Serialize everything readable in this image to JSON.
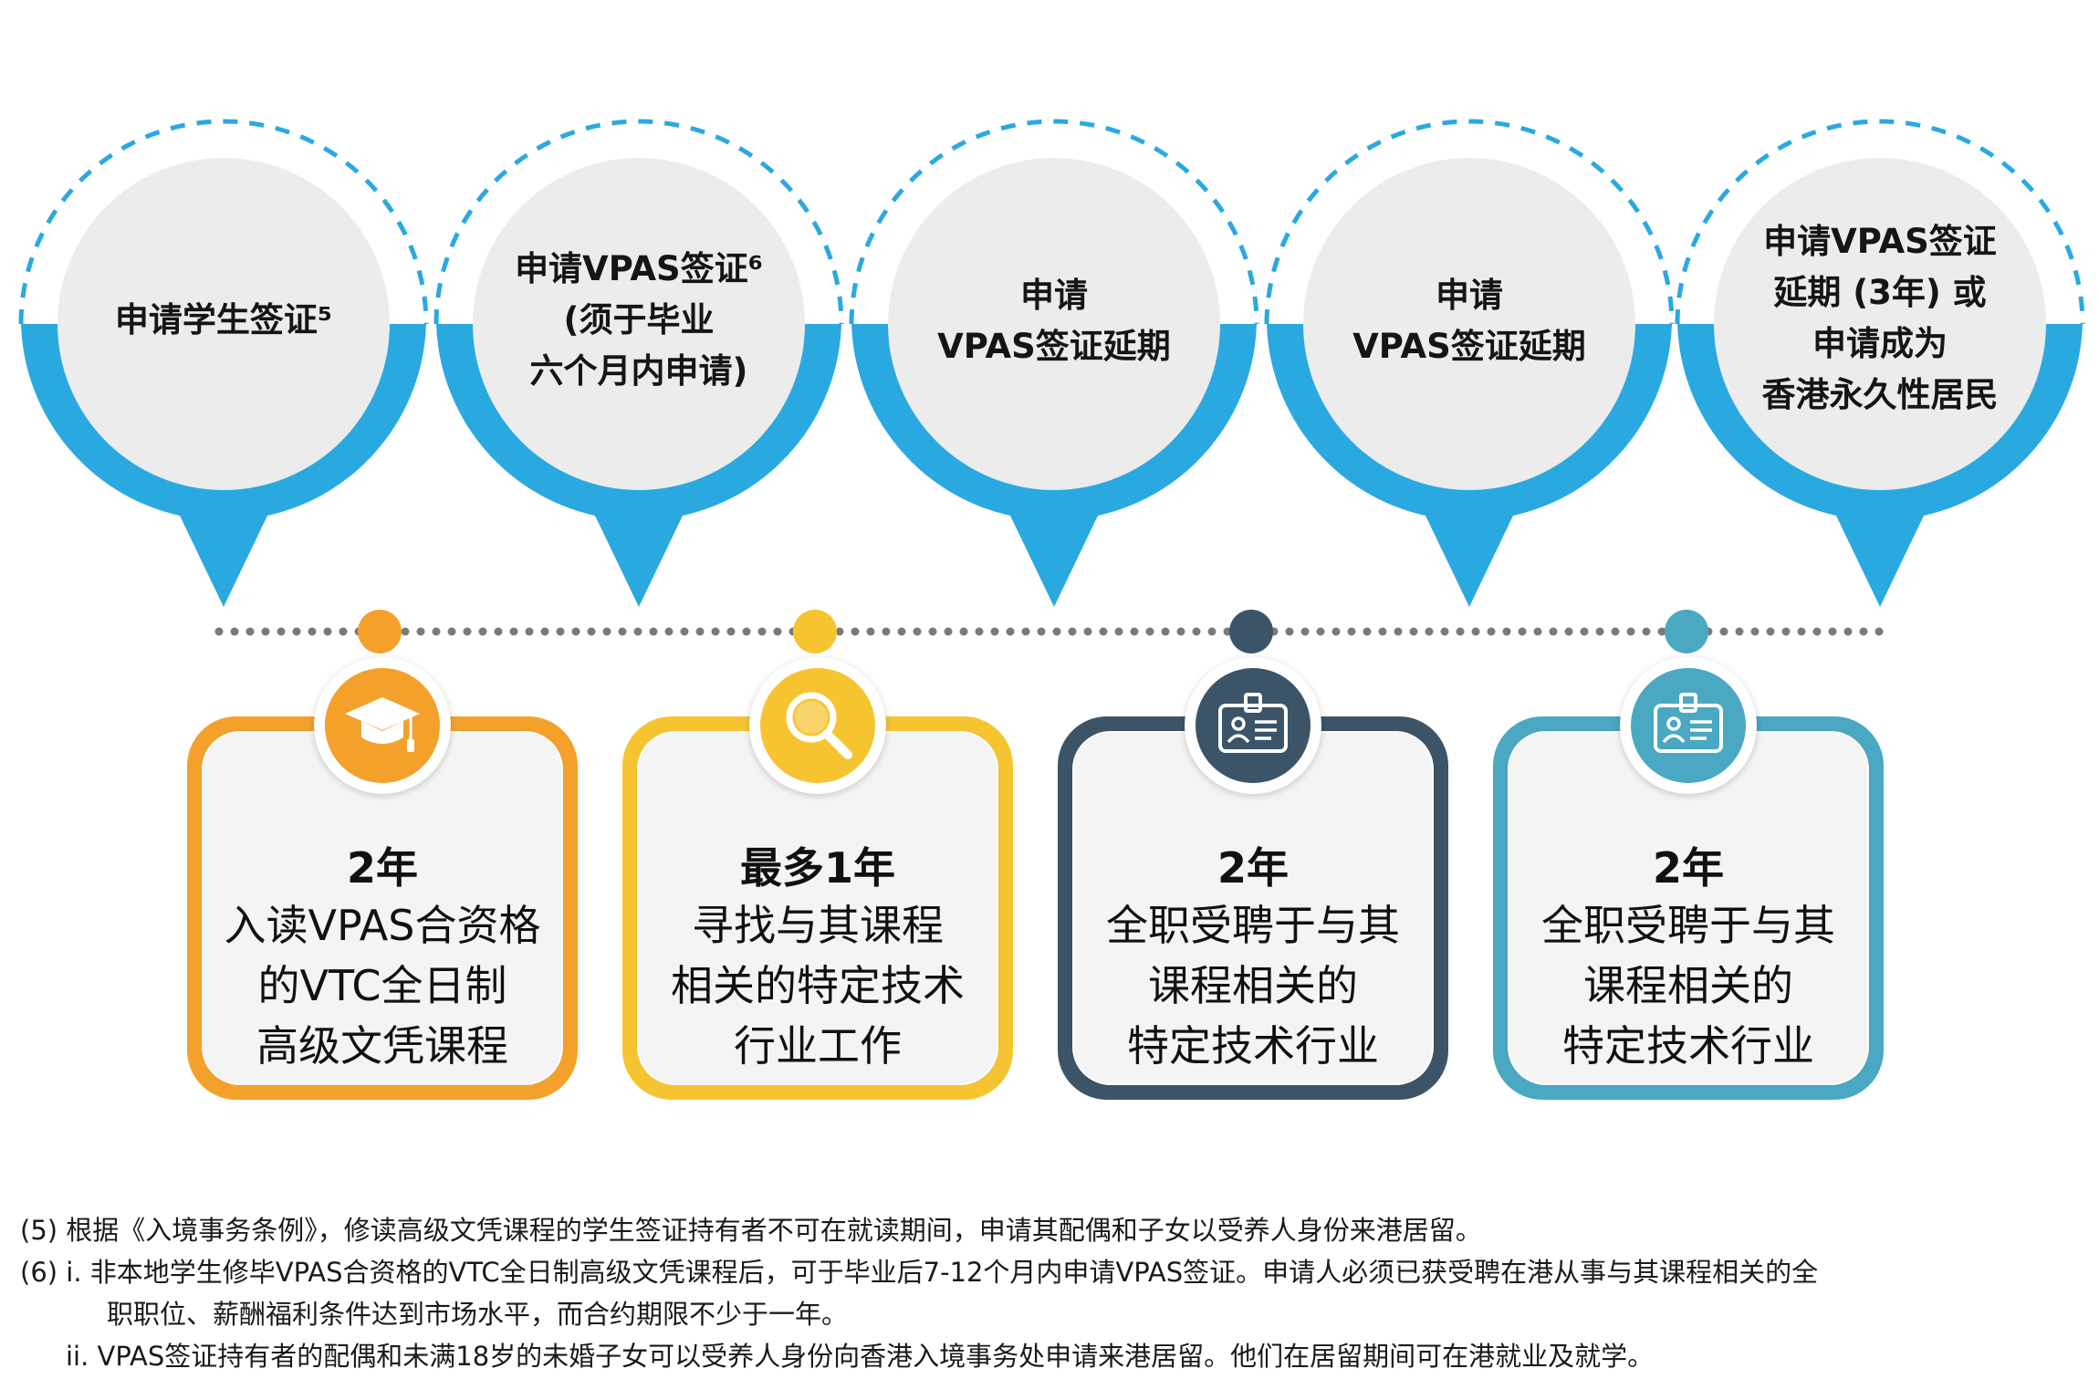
{
  "steps": [
    {
      "lines": [
        "申请学生签证⁵"
      ]
    },
    {
      "lines": [
        "申请VPAS签证⁶",
        "(须于毕业",
        "六个月内申请)"
      ]
    },
    {
      "lines": [
        "申请",
        "VPAS签证延期"
      ]
    },
    {
      "lines": [
        "申请",
        "VPAS签证延期"
      ]
    },
    {
      "lines": [
        "申请VPAS签证",
        "延期 (3年) 或",
        "申请成为",
        "香港永久性居民"
      ]
    }
  ],
  "cards": [
    {
      "title": "2年",
      "lines": [
        "入读VPAS合资格",
        "的VTC全日制",
        "高级文凭课程"
      ],
      "icon": "graduation-cap-icon",
      "color": "#f4a12c"
    },
    {
      "title": "最多1年",
      "lines": [
        "寻找与其课程",
        "相关的特定技术",
        "行业工作"
      ],
      "icon": "magnifying-glass-icon",
      "color": "#f7c431"
    },
    {
      "title": "2年",
      "lines": [
        "全职受聘于与其",
        "课程相关的",
        "特定技术行业"
      ],
      "icon": "id-badge-icon",
      "color": "#3b5468"
    },
    {
      "title": "2年",
      "lines": [
        "全职受聘于与其",
        "课程相关的",
        "特定技术行业"
      ],
      "icon": "id-badge-icon",
      "color": "#4aa8c2"
    }
  ],
  "colors": {
    "bubble_blue": "#2aa9e0",
    "dash_blue": "#2aa9e0",
    "bubble_fill": "#ececec",
    "timeline_dots": "#7a7a7a",
    "orange": "#f4a12c",
    "yellow": "#f7c431",
    "navy": "#3b5468",
    "teal": "#4aa8c2"
  },
  "notes": {
    "n5": "(5) 根据《入境事务条例》，修读高级文凭课程的学生签证持有者不可在就读期间，申请其配偶和子女以受养人身份来港居留。",
    "n6_i_a": "(6) i.  非本地学生修毕VPAS合资格的VTC全日制高级文凭课程后，可于毕业后7-12个月内申请VPAS签证。申请人必须已获受聘在港从事与其课程相关的全",
    "n6_i_b": "职职位、薪酬福利条件达到市场水平，而合约期限不少于一年。",
    "n6_ii": "ii. VPAS签证持有者的配偶和未满18岁的未婚子女可以受养人身份向香港入境事务处申请来港居留。他们在居留期间可在港就业及就学。"
  }
}
